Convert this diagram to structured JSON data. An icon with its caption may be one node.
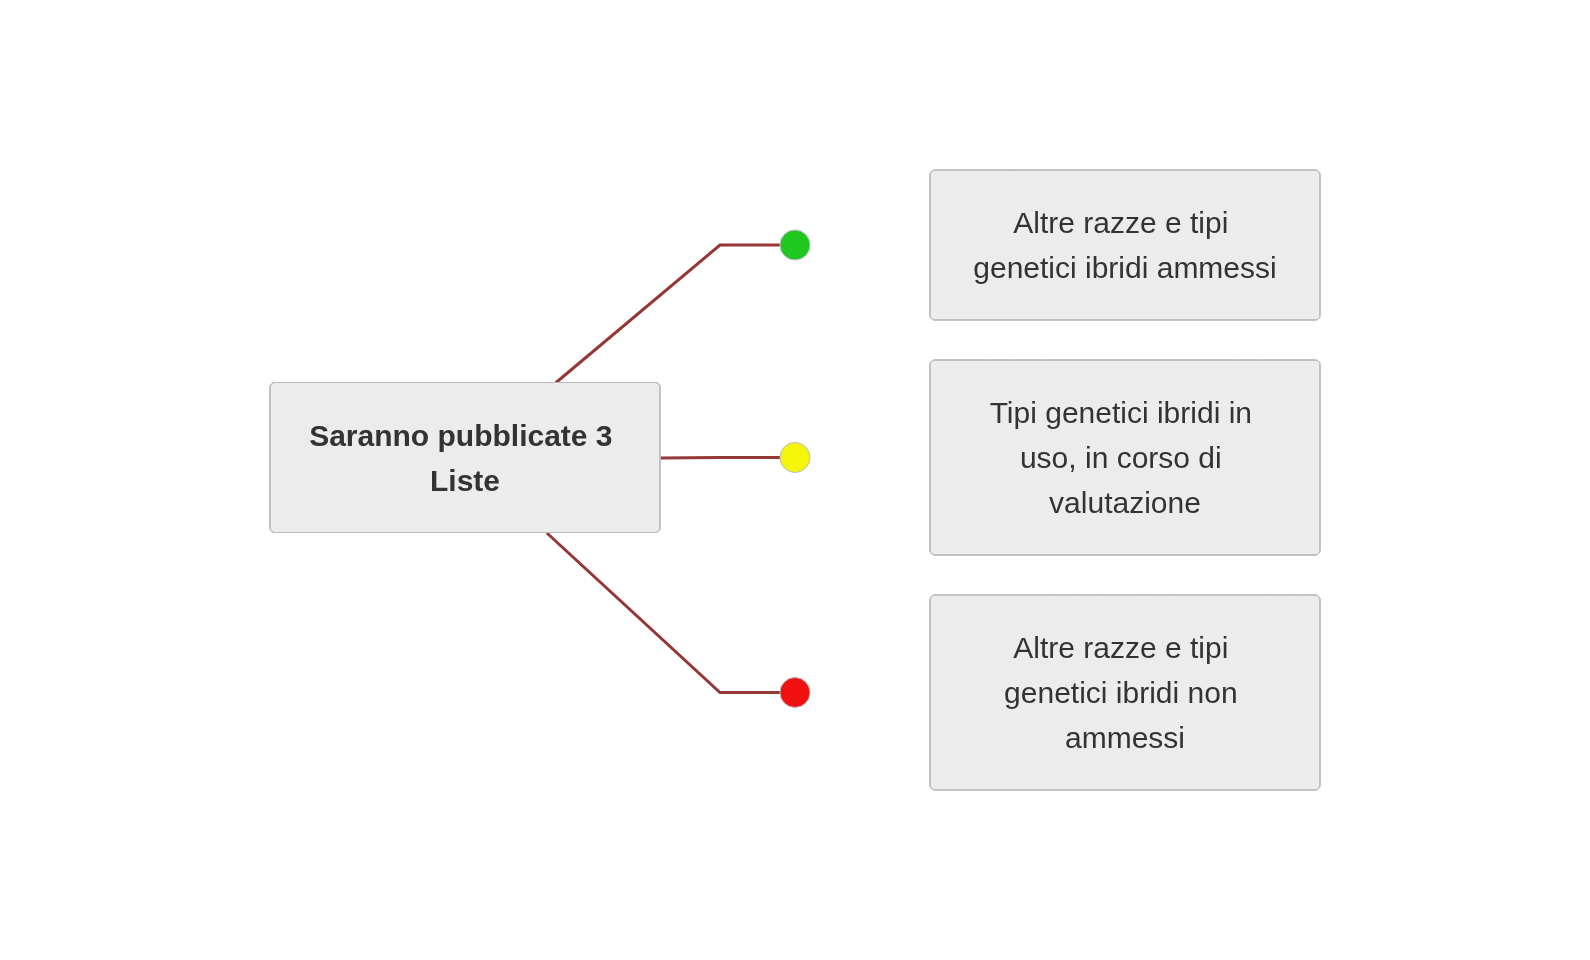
{
  "diagram": {
    "nodes": [
      {
        "text": [
          "Saranno pubblicate 3 Liste"
        ]
      },
      {
        "text": [],
        "shape": "circle"
      },
      {
        "text": [
          "Altre razze e tipi genetici ibridi ammessi"
        ]
      },
      {
        "text": [],
        "shape": "circle"
      },
      {
        "text": [
          "Tipi genetici ibridi in uso, in corso di valutazione"
        ]
      },
      {
        "text": [],
        "shape": "circle"
      },
      {
        "text": [
          "Altre razze e tipi genetici ibridi non ammessi"
        ]
      }
    ],
    "edges": [
      {
        "from": 0,
        "to": 1,
        "arrow": "none"
      },
      {
        "from": 0,
        "to": 3,
        "arrow": "none"
      },
      {
        "from": 0,
        "to": 5,
        "arrow": "none"
      }
    ]
  }
}
